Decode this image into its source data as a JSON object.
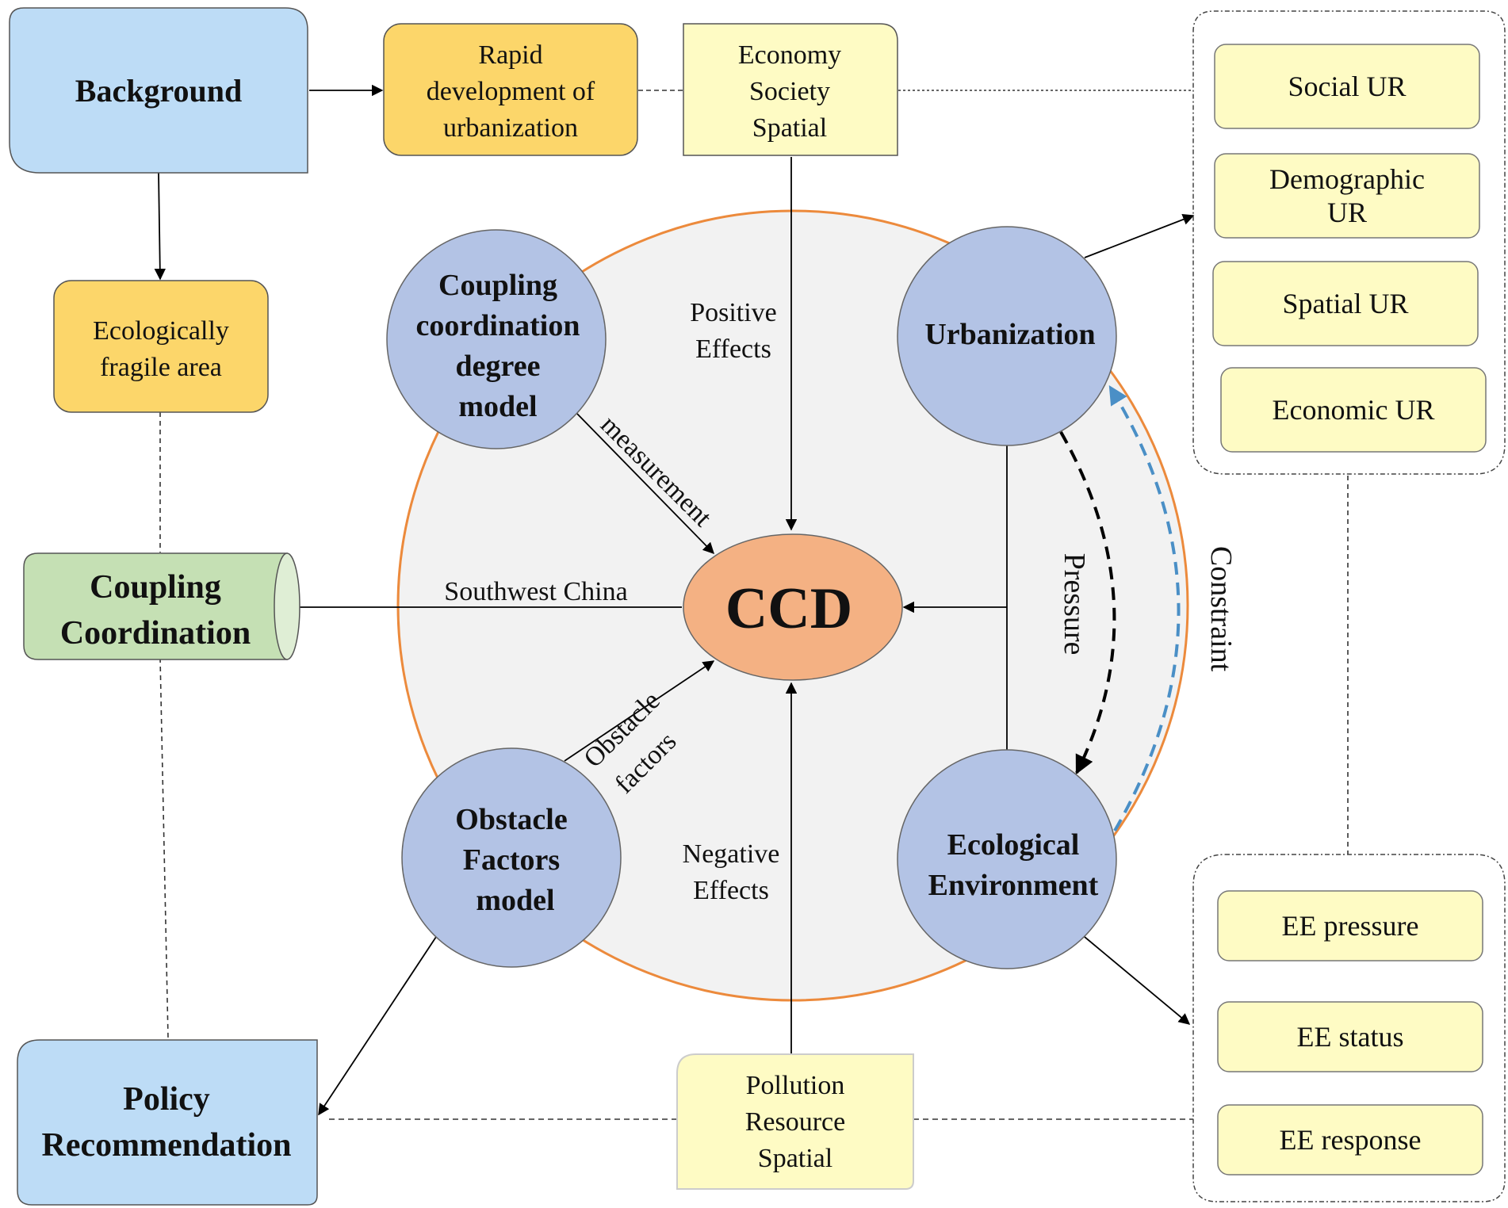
{
  "background": {
    "label": "Background"
  },
  "urbanization_box": {
    "lines": [
      "Rapid",
      "development of",
      "urbanization"
    ]
  },
  "ur_dimensions_box": {
    "lines": [
      "Economy",
      "Society",
      "Spatial"
    ]
  },
  "fragile_box": {
    "lines": [
      "Ecologically",
      "fragile area"
    ]
  },
  "coupling_cylinder": {
    "lines": [
      "Coupling",
      "Coordination"
    ]
  },
  "policy_box": {
    "lines": [
      "Policy",
      "Recommendation"
    ]
  },
  "ee_dimensions_box": {
    "lines": [
      "Pollution",
      "Resource",
      "Spatial"
    ]
  },
  "ccd_model": {
    "lines": [
      "Coupling",
      "coordination",
      "degree",
      "model"
    ]
  },
  "obstacle_model": {
    "lines": [
      "Obstacle",
      "Factors",
      "model"
    ]
  },
  "urbanization_node": {
    "label": "Urbanization"
  },
  "ecology_node": {
    "lines": [
      "Ecological",
      "Environment"
    ]
  },
  "ccd": {
    "label": "CCD"
  },
  "labels": {
    "positive": [
      "Positive",
      "Effects"
    ],
    "negative": [
      "Negative",
      "Effects"
    ],
    "measurement": "measurement",
    "obstacle_factors": [
      "Obstacle",
      "factors"
    ],
    "southwest": "Southwest China",
    "pressure": "Pressure",
    "constraint": "Constraint"
  },
  "ur_subsystems": [
    "Social UR",
    "Demographic UR",
    "Spatial UR",
    "Economic UR"
  ],
  "ur_subsystem_lines": [
    [
      "Social UR"
    ],
    [
      "Demographic",
      "UR"
    ],
    [
      "Spatial UR"
    ],
    [
      "Economic UR"
    ]
  ],
  "ee_subsystems": [
    "EE pressure",
    "EE status",
    "EE response"
  ],
  "colors": {
    "light_blue": "#bddcf6",
    "orange": "#fcd66a",
    "light_yellow": "#fefbc4",
    "green": "#c5e0b4",
    "node_blue": "#b3c3e5",
    "ccd_orange": "#f4b183",
    "ring": "#ec8a3c",
    "circle_fill": "#f2f2f2",
    "constraint_blue": "#4a8fc6"
  }
}
